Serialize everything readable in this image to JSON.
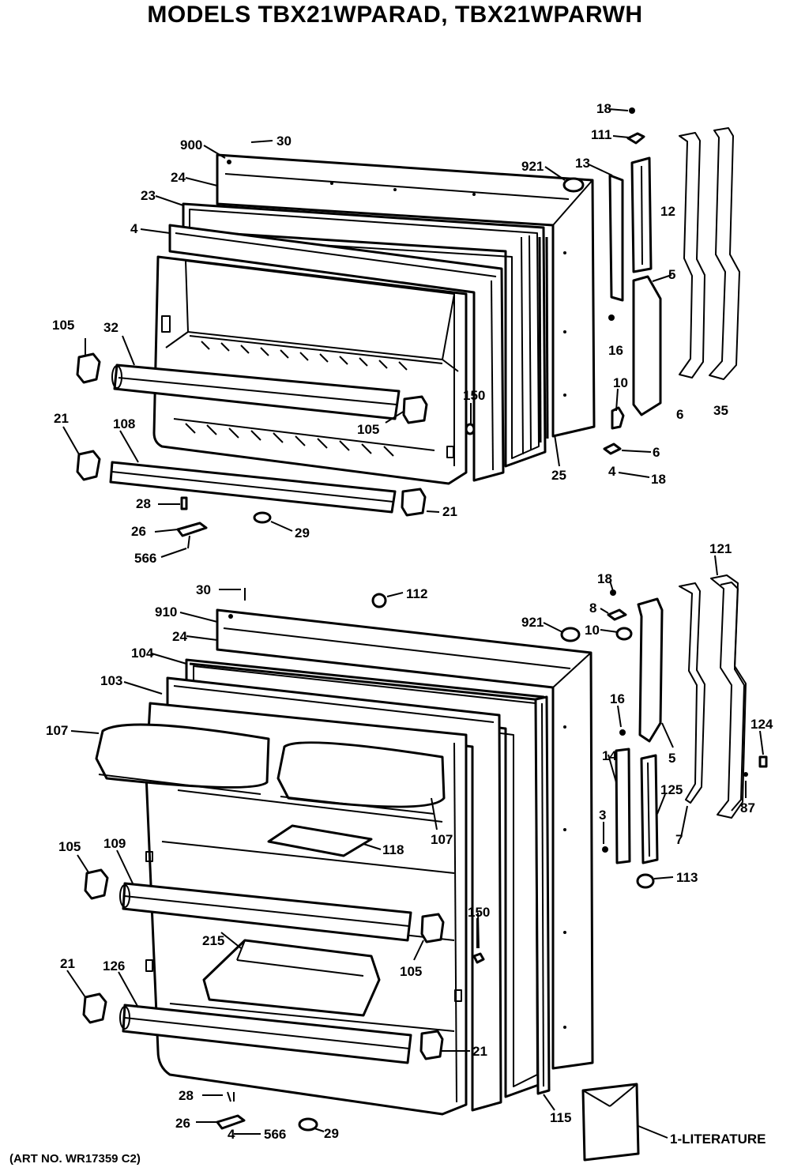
{
  "title": "MODELS TBX21WPARAD, TBX21WPARWH",
  "art_number": "(ART NO. WR17359 C2)",
  "callouts": {
    "freezer": [
      "900",
      "30",
      "24",
      "23",
      "4",
      "921",
      "13",
      "12",
      "111",
      "18",
      "5",
      "16",
      "6",
      "35",
      "105",
      "32",
      "21",
      "108",
      "105",
      "150",
      "25",
      "10",
      "6",
      "4",
      "18",
      "28",
      "26",
      "29",
      "566",
      "21"
    ],
    "fresh_food": [
      "30",
      "112",
      "910",
      "24",
      "921",
      "104",
      "103",
      "107",
      "18",
      "8",
      "10",
      "121",
      "16",
      "5",
      "124",
      "14",
      "125",
      "3",
      "87",
      "7",
      "113",
      "118",
      "107",
      "105",
      "109",
      "150",
      "105",
      "215",
      "21",
      "126",
      "21",
      "115",
      "28",
      "26",
      "4",
      "566",
      "29",
      "1-LITERATURE"
    ]
  }
}
